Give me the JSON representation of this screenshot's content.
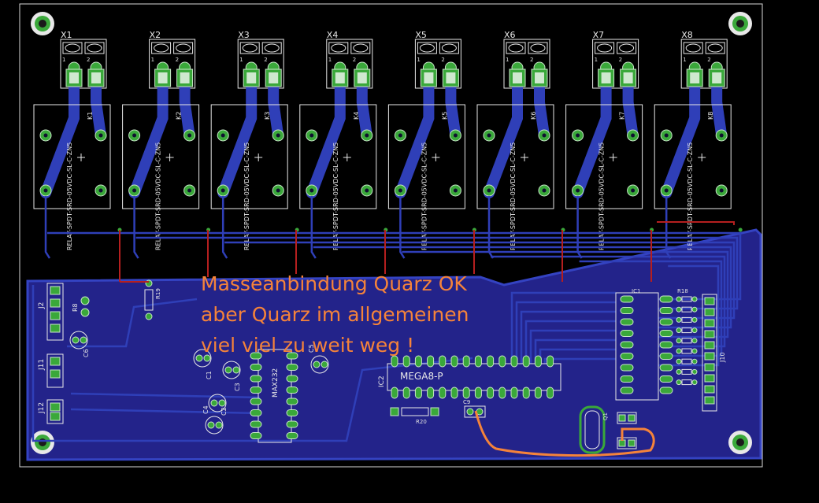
{
  "colors": {
    "board_background": "#000000",
    "copper_pour": "#23238a",
    "trace": "#2f3fb8",
    "airwire": "#b51f1f",
    "pad": "#3aa83a",
    "silkscreen": "#e8e8e8",
    "annotation": "#f5833a"
  },
  "connectors": [
    {
      "ref": "X1",
      "pin1": "1",
      "pin2": "2"
    },
    {
      "ref": "X2",
      "pin1": "1",
      "pin2": "2"
    },
    {
      "ref": "X3",
      "pin1": "1",
      "pin2": "2"
    },
    {
      "ref": "X4",
      "pin1": "1",
      "pin2": "2"
    },
    {
      "ref": "X5",
      "pin1": "1",
      "pin2": "2"
    },
    {
      "ref": "X6",
      "pin1": "1",
      "pin2": "2"
    },
    {
      "ref": "X7",
      "pin1": "1",
      "pin2": "2"
    },
    {
      "ref": "X8",
      "pin1": "1",
      "pin2": "2"
    }
  ],
  "relays": [
    {
      "ref": "K1",
      "value": "RELAY-SPDT-SRD-05VDC-SL-C-ZN5"
    },
    {
      "ref": "K2",
      "value": "RELAY-SPDT-SRD-05VDC-SL-C-ZN5"
    },
    {
      "ref": "K3",
      "value": "RELAY-SPDT-SRD-05VDC-SL-C-ZN5"
    },
    {
      "ref": "K4",
      "value": "RELAY-SPDT-SRD-05VDC-SL-C-ZN5"
    },
    {
      "ref": "K5",
      "value": "RELAY-SPDT-SRD-05VDC-SL-C-ZN5"
    },
    {
      "ref": "K6",
      "value": "RELAY-SPDT-SRD-05VDC-SL-C-ZN5"
    },
    {
      "ref": "K7",
      "value": "RELAY-SPDT-SRD-05VDC-SL-C-ZN5"
    },
    {
      "ref": "K8",
      "value": "RELAY-SPDT-SRD-05VDC-SL-C-ZN5"
    }
  ],
  "components": {
    "j2": "J2",
    "j11": "J11",
    "j12": "J12",
    "j10": "J10",
    "r8": "R8",
    "r19": "R19",
    "r18": "R18",
    "r20": "R20",
    "c9": "C9",
    "c1": "C1",
    "c2": "C2",
    "c3": "C3",
    "c4": "C4",
    "c5": "C5",
    "c6": "C6",
    "ic1": "IC1",
    "ic2": "IC2",
    "ic2_value": "MEGA8-P",
    "max232": "MAX232",
    "q1": "Q1"
  },
  "annotation": {
    "line1": "Masseanbindung Quarz OK",
    "line2": "aber Quarz im allgemeinen",
    "line3": "viel viel zu weit weg !"
  }
}
